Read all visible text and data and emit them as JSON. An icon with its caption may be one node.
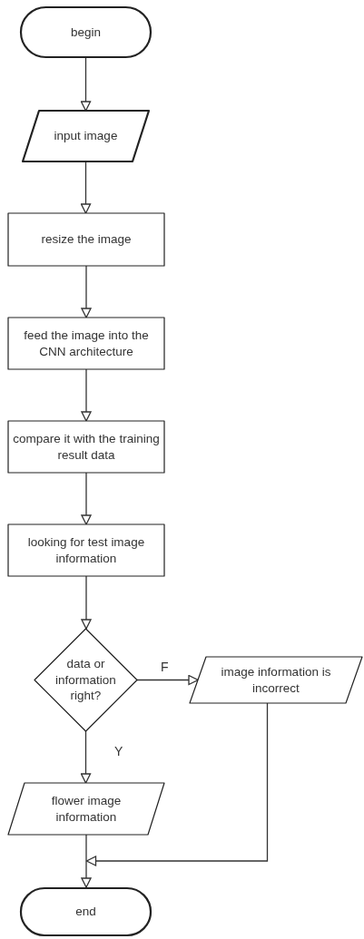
{
  "diagram": {
    "nodes": [
      {
        "text": [
          "begin"
        ]
      },
      {
        "text": [
          "input image"
        ]
      },
      {
        "text": [
          "resize the image"
        ]
      },
      {
        "text": [
          "feed the image into the CNN architecture"
        ]
      },
      {
        "text": [
          "compare it with the training result data"
        ]
      },
      {
        "text": [
          "looking for test image information"
        ]
      },
      {
        "text": [
          "data or information right?"
        ]
      },
      {
        "text": [
          "image information is incorrect"
        ]
      },
      {
        "text": [
          "flower image information"
        ]
      },
      {
        "text": [
          "end"
        ]
      }
    ],
    "edges": [
      {
        "from": 0,
        "to": 1,
        "arrow": "to"
      },
      {
        "from": 1,
        "to": 2,
        "arrow": "to"
      },
      {
        "from": 2,
        "to": 3,
        "arrow": "to"
      },
      {
        "from": 3,
        "to": 4,
        "arrow": "to"
      },
      {
        "from": 4,
        "to": 5,
        "arrow": "to"
      },
      {
        "from": 5,
        "to": 6,
        "arrow": "to"
      },
      {
        "from": 6,
        "to": 7,
        "label": "F",
        "arrow": "to"
      },
      {
        "from": 6,
        "to": 8,
        "label": "Y",
        "arrow": "to"
      },
      {
        "from": 8,
        "to": 9,
        "arrow": "to"
      },
      {
        "from": 7,
        "to": 9,
        "arrow": "to"
      }
    ]
  }
}
